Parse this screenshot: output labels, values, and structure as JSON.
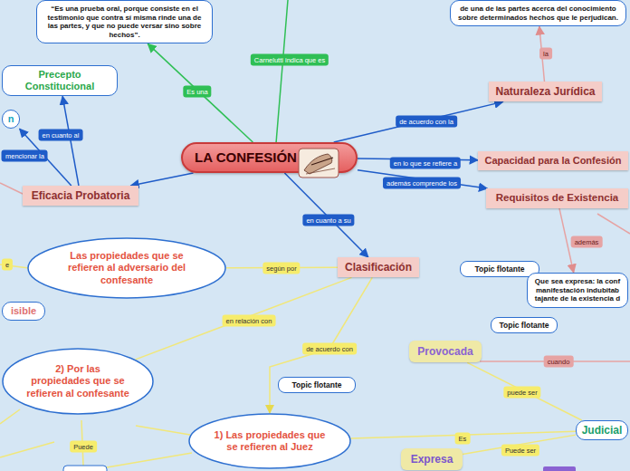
{
  "diagram": {
    "nodes": [
      {
        "text": [
          "“Es una prueba oral, porque consiste en el testimonio que contra sí misma rinde una de las partes, y que no puede versar sino sobre hechos”."
        ]
      },
      {
        "text": [
          "de una de las partes acerca del conocimiento sobre determinados hechos que le perjudican."
        ]
      },
      {
        "text": [
          "Precepto Constitucional"
        ]
      },
      {
        "text": [
          "n"
        ]
      },
      {
        "text": [
          "Naturaleza Jurídica"
        ]
      },
      {
        "text": [
          "LA CONFESIÓN"
        ]
      },
      {
        "text": [
          "Capacidad para la Confesión"
        ]
      },
      {
        "text": [
          "Eficacia Probatoria"
        ]
      },
      {
        "text": [
          "Requisitos de Existencia"
        ]
      },
      {
        "text": [
          "Topic flotante"
        ]
      },
      {
        "text": [
          "Que sea expresa: la conf manifestación indubitab tajante de la existencia d"
        ]
      },
      {
        "text": [
          "Clasificación"
        ]
      },
      {
        "text": [
          "Las propiedades que se refieren al adversario del confesante"
        ]
      },
      {
        "text": [
          "isible"
        ]
      },
      {
        "text": [
          "Topic flotante"
        ]
      },
      {
        "text": [
          "Provocada"
        ]
      },
      {
        "text": [
          "2) Por las propiedades que se refieren al confesante"
        ]
      },
      {
        "text": [
          "Topic flotante"
        ]
      },
      {
        "text": [
          "Judicial"
        ]
      },
      {
        "text": [
          "1) Las propiedades que se refieren al Juez"
        ]
      },
      {
        "text": [
          "Expresa"
        ]
      }
    ],
    "edges": [
      {
        "from": 5,
        "to": 0,
        "label": "Es una",
        "arrow": "to"
      },
      {
        "from": 4,
        "to": 1,
        "label": "la",
        "arrow": "to"
      },
      {
        "from": 5,
        "to": 4,
        "label": "de acuerdo con la",
        "arrow": "to"
      },
      {
        "from": 5,
        "to": 6,
        "label": "en lo que se refiere a",
        "arrow": "to"
      },
      {
        "from": 5,
        "to": 8,
        "label": "además comprende los",
        "arrow": "to"
      },
      {
        "from": 8,
        "to": 10,
        "label": "además",
        "arrow": "to"
      },
      {
        "from": 5,
        "to": 7,
        "arrow": "to"
      },
      {
        "from": 7,
        "to": 2,
        "label": "en cuanto al",
        "arrow": "to"
      },
      {
        "from": 7,
        "to": 3,
        "label": "mencionar la",
        "arrow": "to"
      },
      {
        "from": 5,
        "to": 11,
        "label": "en cuanto a su",
        "arrow": "to"
      },
      {
        "from": 11,
        "to": 12,
        "label": "según por",
        "arrow": "none"
      },
      {
        "from": 11,
        "to": 16,
        "label": "en relación con",
        "arrow": "none"
      },
      {
        "from": 11,
        "to": 19,
        "label": "de acuerdo con",
        "arrow": "to"
      },
      {
        "from": 19,
        "to": 18,
        "label": "Es",
        "arrow": "none"
      },
      {
        "from": 18,
        "to": 15,
        "label": "puede ser",
        "arrow": "none"
      },
      {
        "from": 18,
        "to": 20,
        "label": "Puede ser",
        "arrow": "none"
      }
    ],
    "labels": [
      "Carnelutti indica que es",
      "e",
      "cuando",
      "Puede"
    ]
  }
}
